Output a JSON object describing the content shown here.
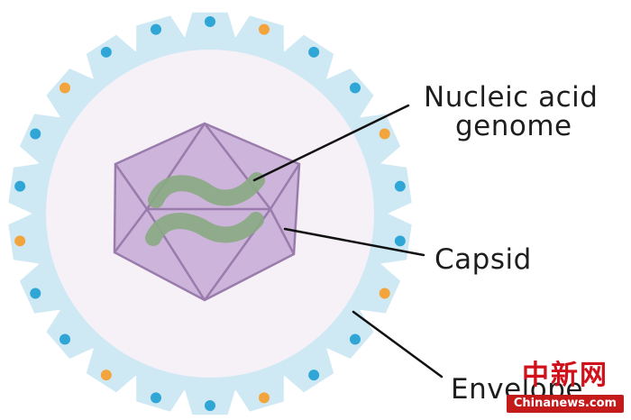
{
  "labels": {
    "genome_line1": "Nucleic acid",
    "genome_line2": "genome",
    "capsid": "Capsid",
    "envelope": "Envelope"
  },
  "watermark": {
    "logo": "中新网",
    "site": "Chinanews.com"
  },
  "colors": {
    "envelope_outer": "#cfe9f4",
    "envelope_inner": "#f5f1f7",
    "capsid_fill": "#cdb4da",
    "capsid_stroke": "#9a7cac",
    "genome": "#8aaa84",
    "protein_blue": "#2fa6d6",
    "protein_orange": "#f3a43d",
    "pointer_line": "#111111",
    "watermark_red": "#c41a1a"
  }
}
